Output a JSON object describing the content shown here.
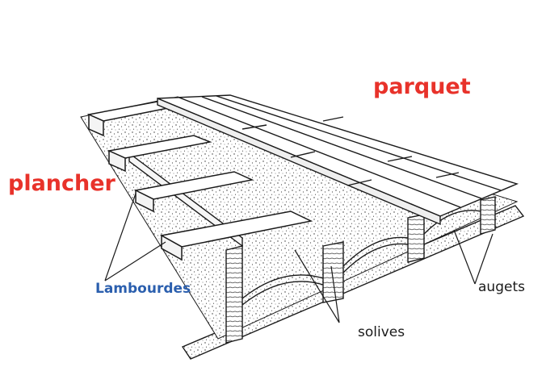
{
  "labels": {
    "parquet": "parquet",
    "plancher": "plancher",
    "lambourdes": "Lambourdes",
    "augets": "augets",
    "solives": "solives"
  },
  "colors": {
    "red_label": "#e8322a",
    "blue_label": "#2b5fae",
    "line": "#1a1a1a",
    "fill": "#eeeeee"
  }
}
